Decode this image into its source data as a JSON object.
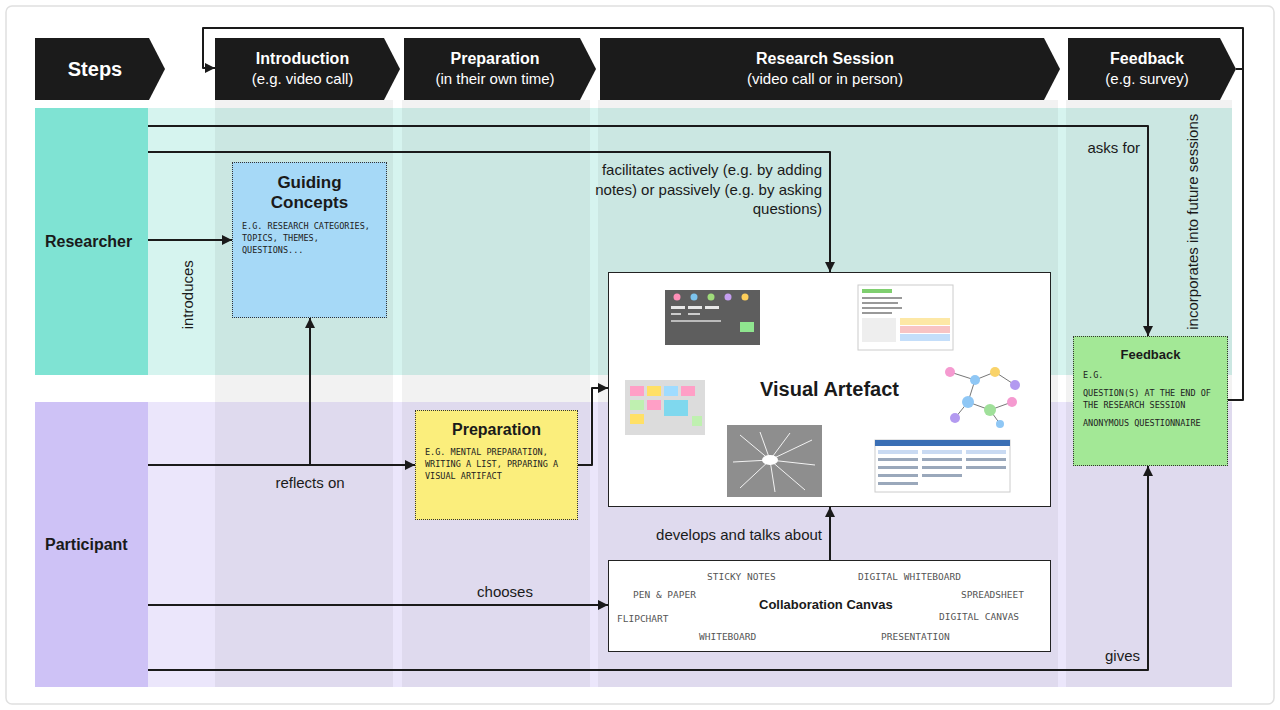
{
  "diagram": {
    "nodes": [
      {
        "text": [
          "Steps"
        ]
      },
      {
        "text": [
          "Introduction",
          "(e.g. video call)"
        ]
      },
      {
        "text": [
          "Preparation",
          "(in their own time)"
        ]
      },
      {
        "text": [
          "Research Session",
          "(video call or in person)"
        ]
      },
      {
        "text": [
          "Feedback",
          "(e.g. survey)"
        ]
      },
      {
        "text": [
          "Researcher"
        ]
      },
      {
        "text": [
          "Participant"
        ]
      },
      {
        "text": [
          "Guiding Concepts",
          "E.G. RESEARCH CATEGORIES, TOPICS, THEMES, QUESTIONS..."
        ]
      },
      {
        "text": [
          "Preparation",
          "E.G. MENTAL PREPARATION, WRITING A LIST, PRPARING A VISUAL ARTIFACT"
        ]
      },
      {
        "text": [
          "Visual Artefact"
        ]
      },
      {
        "text": [
          "Collaboration Canvas",
          "STICKY NOTES",
          "DIGITAL WHITEBOARD",
          "PEN & PAPER",
          "SPREADSHEET",
          "FLIPCHART",
          "DIGITAL CANVAS",
          "WHITEBOARD",
          "PRESENTATION"
        ]
      },
      {
        "text": [
          "Feedback",
          "E.G.",
          "QUESTION(S) AT THE END OF THE RESEARCH SESSION",
          "ANONYMOUS QUESTIONNAIRE"
        ]
      }
    ],
    "edges": [
      {
        "from": 5,
        "to": 7,
        "label": "introduces",
        "arrow": "to"
      },
      {
        "from": 6,
        "to": 7,
        "label": "reflects on",
        "arrow": "to"
      },
      {
        "from": 6,
        "to": 8,
        "arrow": "to"
      },
      {
        "from": 8,
        "to": 9,
        "arrow": "to"
      },
      {
        "from": 5,
        "to": 9,
        "label": "facilitates actively (e.g. by adding notes) or passively (e.g. by asking questions)",
        "arrow": "to"
      },
      {
        "from": 5,
        "to": 11,
        "label": "asks for",
        "arrow": "to"
      },
      {
        "from": 6,
        "to": 10,
        "label": "chooses",
        "arrow": "to"
      },
      {
        "from": 10,
        "to": 9,
        "label": "develops and talks about",
        "arrow": "to"
      },
      {
        "from": 6,
        "to": 11,
        "label": "gives",
        "arrow": "to"
      },
      {
        "from": 11,
        "to": 1,
        "label": "incorporates into future sessions",
        "arrow": "to"
      }
    ]
  }
}
